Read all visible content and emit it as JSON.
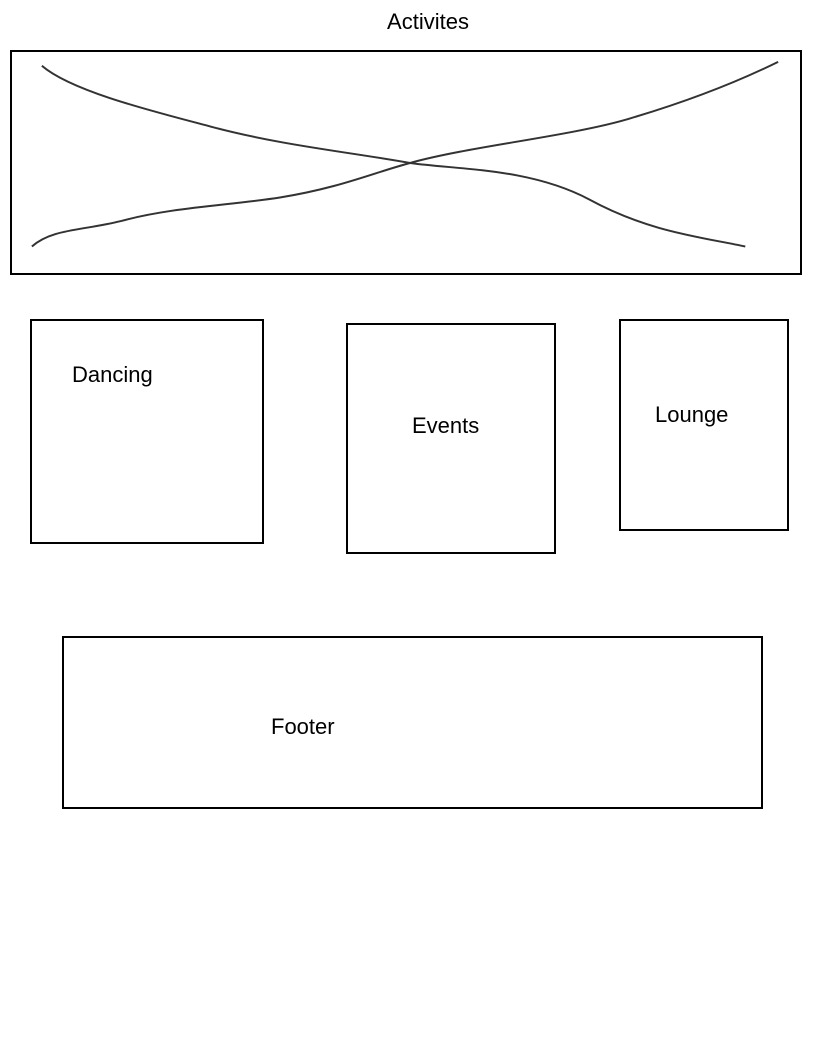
{
  "page": {
    "title": "Activites"
  },
  "hero": {
    "icon": "image-placeholder-x-icon",
    "stroke_color": "#333333"
  },
  "sections": {
    "dancing": {
      "label": "Dancing"
    },
    "events": {
      "label": "Events"
    },
    "lounge": {
      "label": "Lounge"
    }
  },
  "footer": {
    "label": "Footer"
  },
  "colors": {
    "border": "#000000",
    "background": "#ffffff",
    "text": "#000000"
  }
}
